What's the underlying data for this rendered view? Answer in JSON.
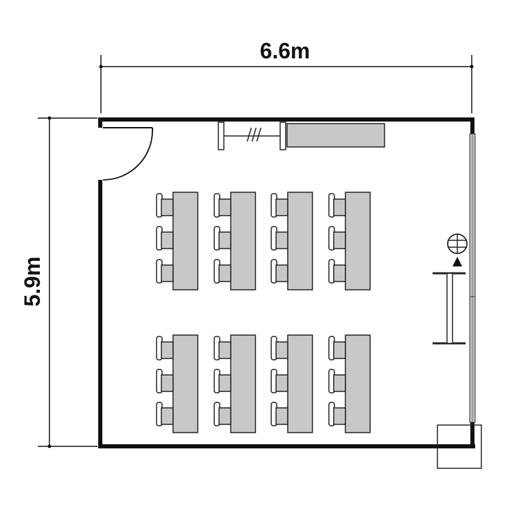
{
  "dimensions": {
    "width_label": "6.6m",
    "height_label": "5.9m"
  },
  "colors": {
    "wall": "#111111",
    "furniture_fill": "#c8c8c8",
    "window": "#c0c0c0"
  },
  "layout": {
    "desk_groups": 8,
    "chairs_per_desk": 3
  }
}
